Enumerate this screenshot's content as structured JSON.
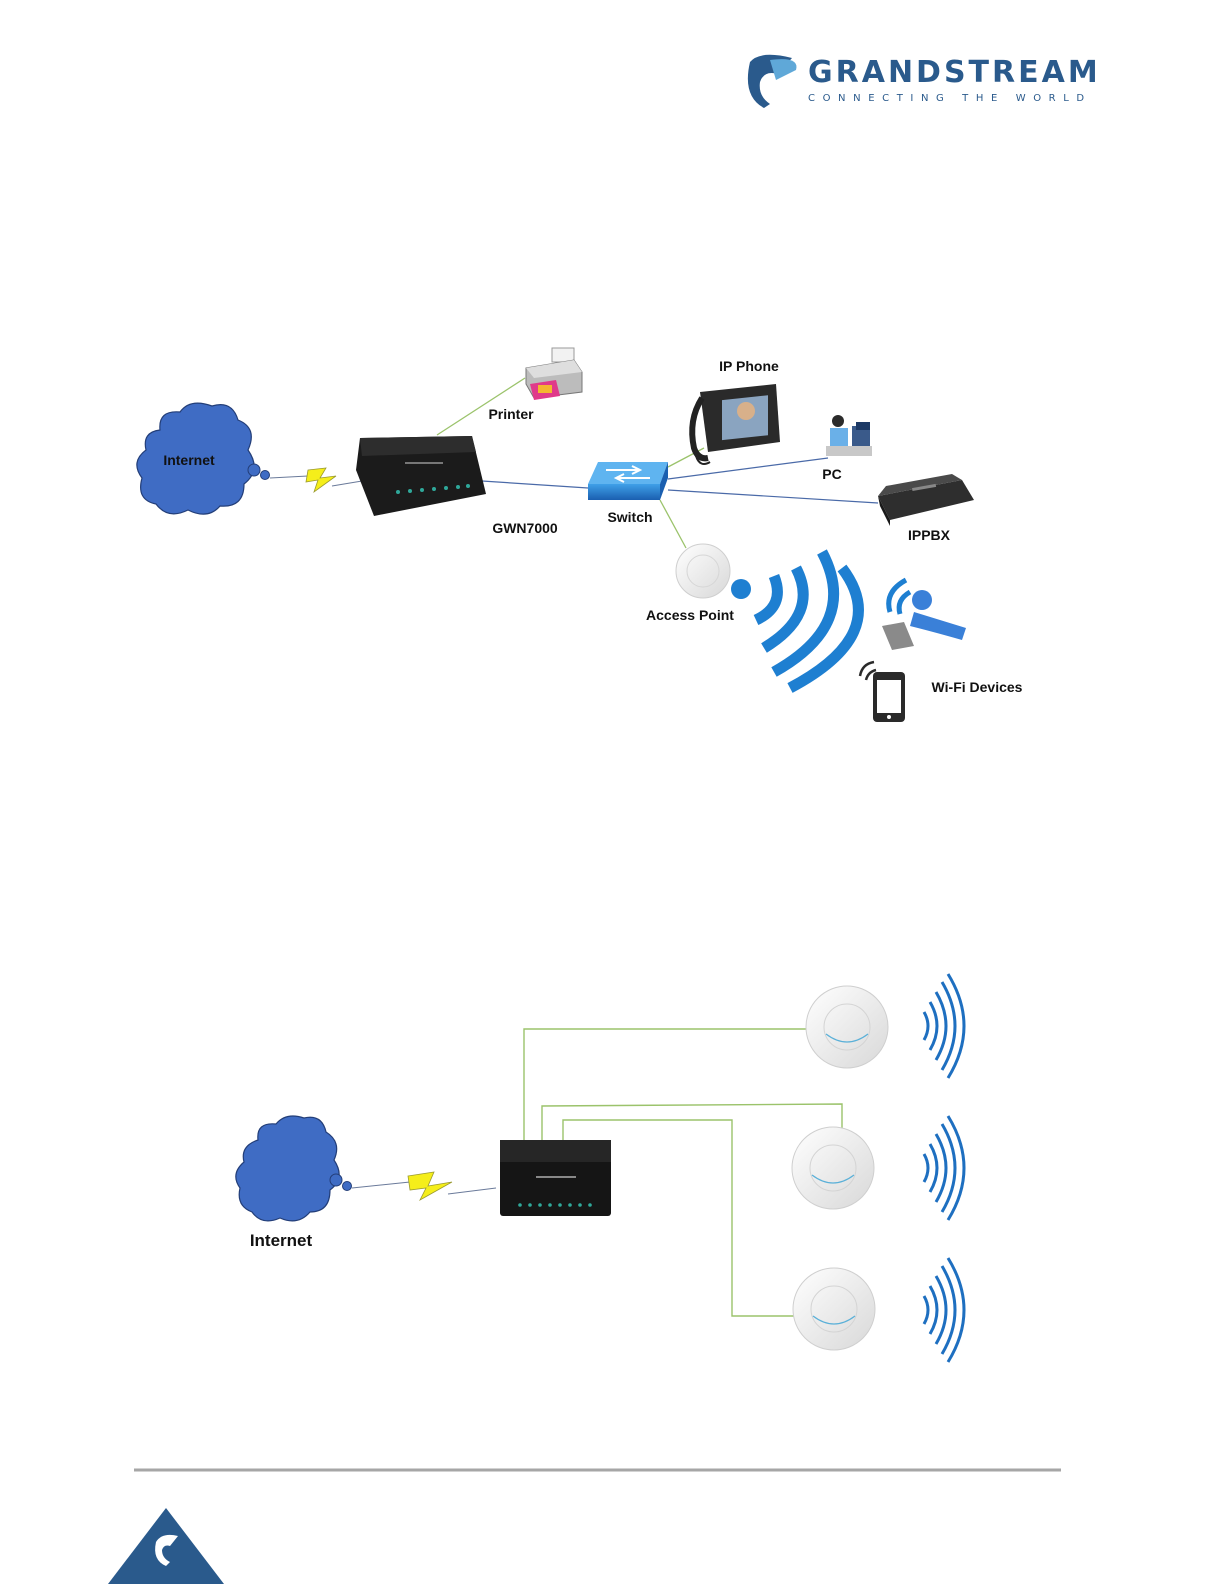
{
  "header": {
    "brand_name": "GRANDSTREAM",
    "brand_tagline": "CONNECTING THE WORLD",
    "brand_color": "#2a5a8c"
  },
  "diagram1": {
    "labels": {
      "internet": "Internet",
      "router": "GWN7000",
      "printer": "Printer",
      "switch": "Switch",
      "ip_phone": "IP Phone",
      "pc": "PC",
      "ippbx": "IPPBX",
      "access_point": "Access Point",
      "wifi_devices": "Wi-Fi Devices"
    },
    "icons": [
      "cloud-icon",
      "router-icon",
      "printer-icon",
      "switch-icon",
      "ip-phone-icon",
      "pc-user-icon",
      "ippbx-icon",
      "access-point-icon",
      "wifi-waves-icon",
      "laptop-user-icon",
      "smartphone-icon"
    ]
  },
  "diagram2": {
    "labels": {
      "internet": "Internet"
    },
    "access_point_count": 3,
    "icons": [
      "cloud-icon",
      "router-icon",
      "access-point-icon",
      "wifi-waves-icon"
    ]
  },
  "colors": {
    "cloud": "#3f6cc4",
    "wifi": "#1e7fd1",
    "bolt": "#f5ee1a",
    "link_green": "#9bc36b",
    "link_blue": "#4a6aa8",
    "footer_rule": "#a6a6a6",
    "footer_triangle": "#2a5a8c"
  }
}
